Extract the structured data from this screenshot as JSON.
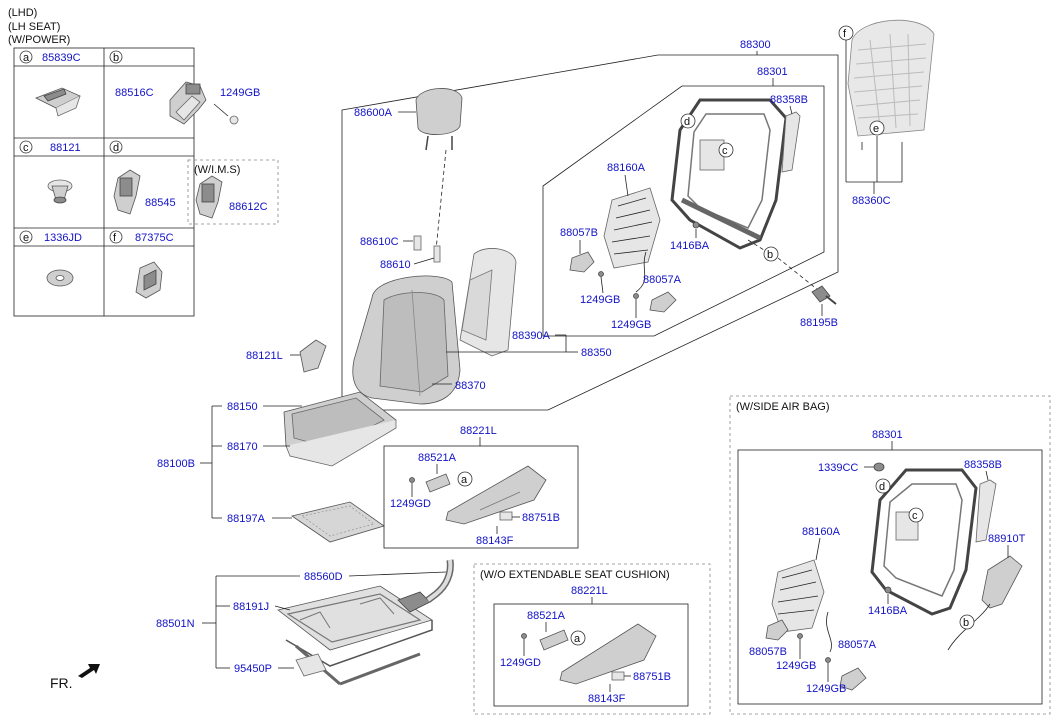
{
  "header": {
    "line1": "(LHD)",
    "line2": "(LH SEAT)",
    "line3": "(W/POWER)"
  },
  "legend": {
    "a": {
      "key": "a",
      "part": "85839C"
    },
    "b": {
      "key": "b",
      "part1": "88516C",
      "part2": "1249GB"
    },
    "c": {
      "key": "c",
      "part": "88121"
    },
    "d": {
      "key": "d",
      "part1": "88545",
      "ims_label": "(W/I.M.S)",
      "part2": "88612C"
    },
    "e": {
      "key": "e",
      "part": "1336JD"
    },
    "f": {
      "key": "f",
      "part": "87375C"
    }
  },
  "main": {
    "p88300": "88300",
    "p88301": "88301",
    "p88358B": "88358B",
    "p88160A": "88160A",
    "p88057B": "88057B",
    "p1416BA": "1416BA",
    "p88057A": "88057A",
    "p1249GB_1": "1249GB",
    "p1249GB_2": "1249GB",
    "p88195B": "88195B",
    "p88360C": "88360C",
    "p88600A": "88600A",
    "p88610C": "88610C",
    "p88610": "88610",
    "p88390A": "88390A",
    "p88350": "88350",
    "p88370": "88370",
    "p88121L": "88121L",
    "p88150": "88150",
    "p88170": "88170",
    "p88100B": "88100B",
    "p88197A": "88197A",
    "p88221L": "88221L",
    "p88521A": "88521A",
    "p1249GD": "1249GD",
    "p88751B": "88751B",
    "p88143F": "88143F",
    "p88560D": "88560D",
    "p88191J": "88191J",
    "p88501N": "88501N",
    "p95450P": "95450P",
    "fr": "FR.",
    "callout_a": "a",
    "callout_b": "b",
    "callout_c": "c",
    "callout_d": "d",
    "callout_e": "e",
    "callout_f": "f"
  },
  "wo_ext": {
    "title": "(W/O EXTENDABLE SEAT CUSHION)",
    "p88221L": "88221L",
    "p88521A": "88521A",
    "p1249GD": "1249GD",
    "p88751B": "88751B",
    "p88143F": "88143F",
    "callout_a": "a"
  },
  "side_airbag": {
    "title": "(W/SIDE AIR BAG)",
    "p88301": "88301",
    "p1339CC": "1339CC",
    "p88358B": "88358B",
    "p88160A": "88160A",
    "p88910T": "88910T",
    "p1416BA": "1416BA",
    "p88057B": "88057B",
    "p1249GB_1": "1249GB",
    "p88057A": "88057A",
    "p1249GB_2": "1249GB",
    "callout_b": "b",
    "callout_c": "c",
    "callout_d": "d"
  }
}
